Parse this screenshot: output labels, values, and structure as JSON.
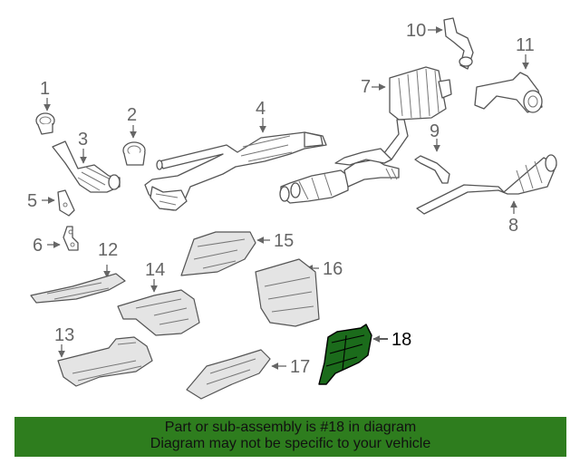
{
  "callouts": {
    "c1": "1",
    "c2": "2",
    "c3": "3",
    "c4": "4",
    "c5": "5",
    "c6": "6",
    "c7": "7",
    "c8": "8",
    "c9": "9",
    "c10": "10",
    "c11": "11",
    "c12": "12",
    "c13": "13",
    "c14": "14",
    "c15": "15",
    "c16": "16",
    "c17": "17",
    "c18": "18"
  },
  "highlight": {
    "part_number": "18",
    "color": "#1b6b1b"
  },
  "footer": {
    "line1": "Part or sub-assembly is #18 in diagram",
    "line2": "Diagram may not be specific to your vehicle",
    "background": "#2e7d1e"
  }
}
